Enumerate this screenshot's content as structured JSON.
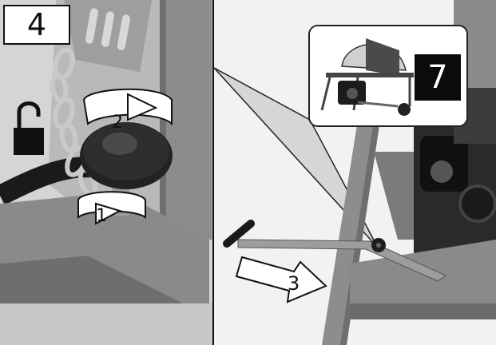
{
  "figure": {
    "step_number": "4",
    "inset_number": "7",
    "arrow_labels": {
      "rotate_one": "1",
      "rotate_two": "2",
      "push_three": "3"
    },
    "icons": {
      "unlock": "padlock-open-icon"
    },
    "colors": {
      "machine_gray": "#8f8f8f",
      "dark_metal": "#1e1e1e",
      "outline": "#111111"
    }
  }
}
